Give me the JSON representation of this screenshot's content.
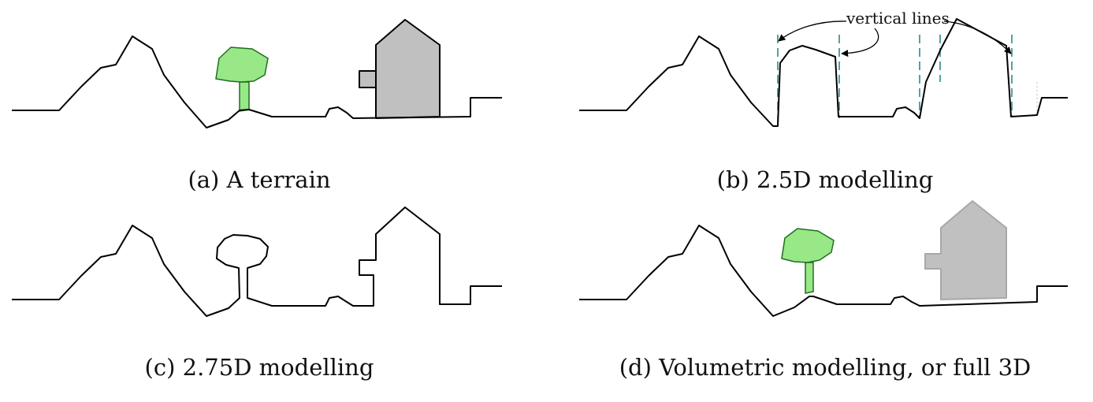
{
  "captions": {
    "a": "(a) A terrain",
    "b": "(b) 2.5D modelling",
    "c": "(c) 2.75D modelling",
    "d": "(d) Volumetric modelling, or full 3D"
  },
  "annotation": {
    "vertical_lines": "vertical lines"
  },
  "colors": {
    "terrain_line": "#000000",
    "tree_fill": "#98e888",
    "tree_stroke": "#1f6e1f",
    "house_fill": "#c0c0c0",
    "house_stroke_d": "#a8a8a8",
    "vertical_line": "#2a8a8a",
    "text": "#111111"
  },
  "icons": {
    "tree": "tree-icon",
    "house": "house-icon"
  }
}
